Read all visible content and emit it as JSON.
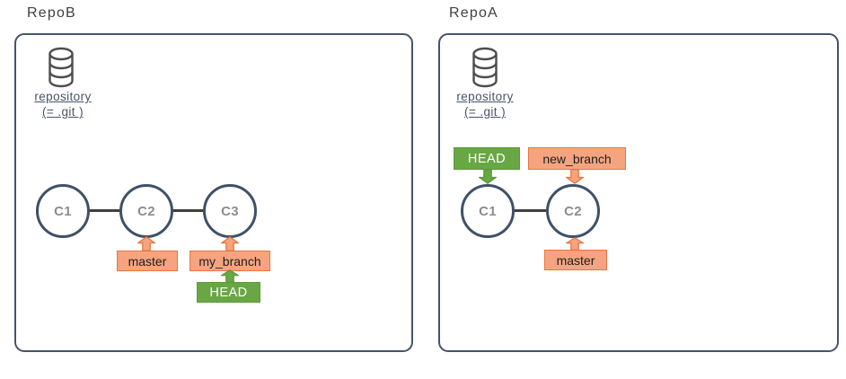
{
  "colors": {
    "panel_border": "#44546A",
    "node_border": "#3F5168",
    "connector": "#3F3F3F",
    "branch_box_fill": "#F5A47F",
    "branch_box_border": "#E8763F",
    "head_box_fill": "#68A744",
    "head_box_border": "#5D9A39",
    "commit_label_text": "#8C8C8C",
    "repository_label_text": "#44546A",
    "title_text": "#404040",
    "branch_label_text": "#202020",
    "head_label_text": "#FFFFFF"
  },
  "repo_b": {
    "title": "RepoB",
    "repository_icon": "database-icon",
    "repository_label": {
      "line1": "repository",
      "line2": "(= .git )"
    },
    "commits": [
      {
        "label": "C1"
      },
      {
        "label": "C2"
      },
      {
        "label": "C3"
      }
    ],
    "branch_master": "master",
    "branch_my_branch": "my_branch",
    "head_label": "HEAD"
  },
  "repo_a": {
    "title": "RepoA",
    "repository_icon": "database-icon",
    "repository_label": {
      "line1": "repository",
      "line2": "(= .git )"
    },
    "commits": [
      {
        "label": "C1"
      },
      {
        "label": "C2"
      }
    ],
    "head_label": "HEAD",
    "branch_new_branch": "new_branch",
    "branch_master": "master"
  }
}
